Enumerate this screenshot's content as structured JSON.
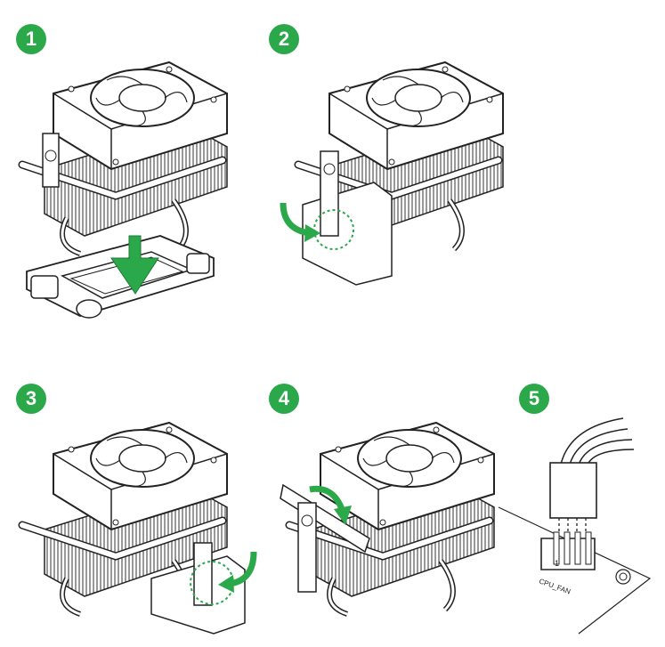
{
  "steps": [
    {
      "number": "1"
    },
    {
      "number": "2"
    },
    {
      "number": "3"
    },
    {
      "number": "4"
    },
    {
      "number": "5"
    }
  ],
  "connector": {
    "label": "CPU_FAN",
    "pin_label": "1"
  },
  "colors": {
    "step_badge": "#2aa84a",
    "arrow": "#2aa84a",
    "line": "#222222"
  }
}
